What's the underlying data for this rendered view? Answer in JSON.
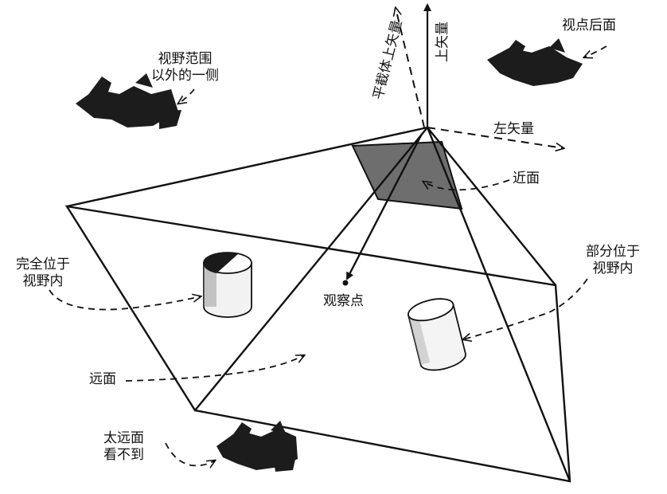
{
  "labels": {
    "up_vector": "上矢量",
    "plane_up_vector": "平截体上矢量",
    "left_vector": "左矢量",
    "behind_viewpoint": "视点后面",
    "outside_side": "视野范围\n以外的一侧",
    "near_plane": "近面",
    "fully_inside": "完全位于\n视野内",
    "partially_inside": "部分位于\n视野内",
    "view_point": "观察点",
    "far_plane": "远面",
    "too_far": "太远面\n看不到"
  },
  "colors": {
    "line": "#111111",
    "near_plane_fill": "#6e6e6e",
    "cylinder_body": "#f2f2f2",
    "cylinder_top_dark": "#1a1a1a",
    "cylinder_top_light": "#ffffff",
    "plane_silhouette": "#1c1c1c"
  },
  "icons": [
    "fighter-plane-icon",
    "fighter-plane-icon",
    "fighter-plane-icon"
  ]
}
